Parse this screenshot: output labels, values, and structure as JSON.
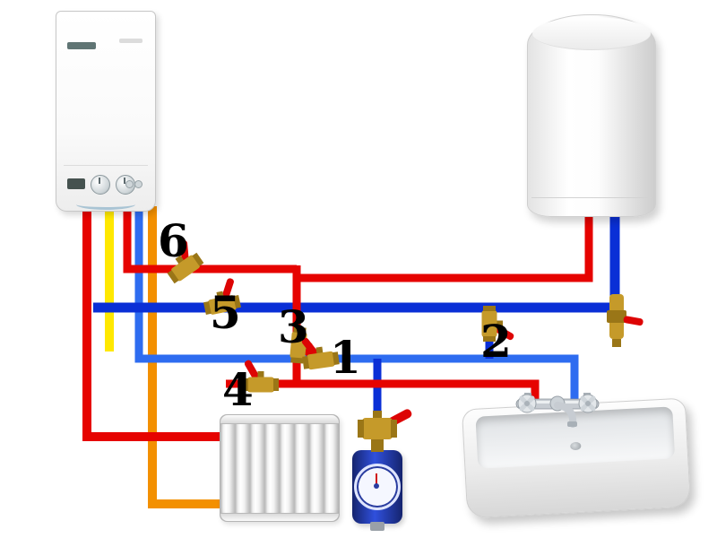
{
  "diagram": {
    "labels": {
      "v1": "1",
      "v2": "2",
      "v3": "3",
      "v4": "4",
      "v5": "5",
      "v6": "6"
    }
  },
  "colors": {
    "hot": "#e60300",
    "cold": "#0a2fd6",
    "cold_light": "#2e6cf0",
    "gas": "#ffe800",
    "heating_return": "#f39000",
    "valve_handle": "#dd0404",
    "brass": "#c59a2a",
    "brass_dark": "#9a7617",
    "chrome": "#c7ccd2",
    "chrome_dark": "#a8b0b7",
    "meter_blue": "#1d3bb0"
  },
  "components": {
    "boiler": "wall-gas-boiler",
    "water_heater": "electric-storage-water-heater",
    "radiator": "sectional-radiator",
    "water_meter": "water-meter",
    "sink": "washbasin-with-mixer-tap",
    "valve": "brass-ball-valve"
  }
}
